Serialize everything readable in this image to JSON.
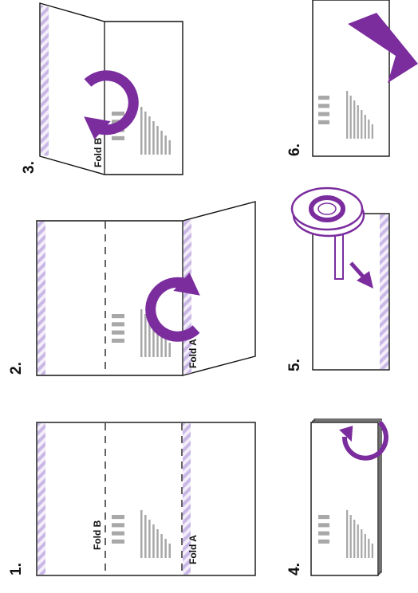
{
  "steps": [
    {
      "number": "1.",
      "fold_labels": [
        "Fold B",
        "Fold A"
      ]
    },
    {
      "number": "2.",
      "fold_labels": [
        "Fold A"
      ]
    },
    {
      "number": "3.",
      "fold_labels": [
        "Fold B"
      ]
    },
    {
      "number": "4.",
      "fold_labels": []
    },
    {
      "number": "5.",
      "fold_labels": []
    },
    {
      "number": "6.",
      "fold_labels": []
    }
  ],
  "colors": {
    "arrow": "#7b2d9e",
    "tape_stripe": "#c9b7e6",
    "tape_ring": "#7b2d9e",
    "graphic_gray": "#a8a8a8",
    "outline": "#111111"
  },
  "icons": [
    "curved-arrow-icon",
    "tape-roll-icon",
    "chevron-arrow-icon",
    "barcode-icon"
  ]
}
